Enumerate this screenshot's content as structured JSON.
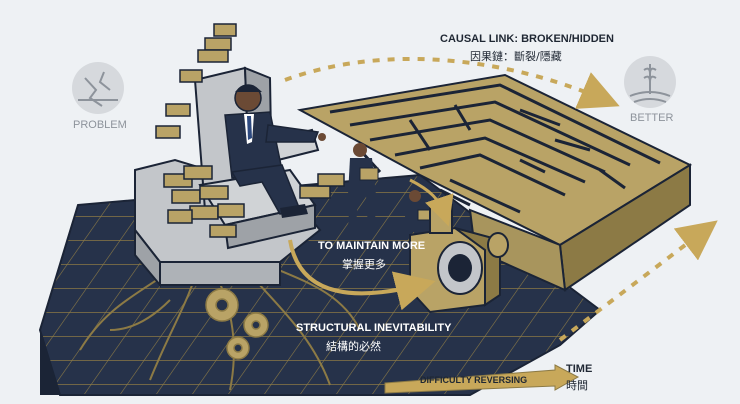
{
  "labels": {
    "problem": "PROBLEM",
    "better": "BETTER",
    "causal_en": "CAUSAL LINK: BROKEN/HIDDEN",
    "causal_cn": "因果鏈：斷裂/隱藏",
    "maintain_en": "TO MAINTAIN MORE",
    "maintain_cn": "掌握更多",
    "structural_en": "STRUCTURAL INEVITABILITY",
    "structural_cn": "結構的必然",
    "difficulty": "DIFFICULTY REVERSING",
    "time_en": "TIME",
    "time_cn": "時間"
  },
  "icons": {
    "problem": "cracked-ground-icon",
    "better": "wheat-field-icon"
  },
  "colors": {
    "gold": "#b9a366",
    "gold_dark": "#8c7a45",
    "navy": "#26324a",
    "navy_dark": "#1b2436",
    "stone": "#c3c6ca",
    "arrow_gold": "#c8a85a"
  }
}
